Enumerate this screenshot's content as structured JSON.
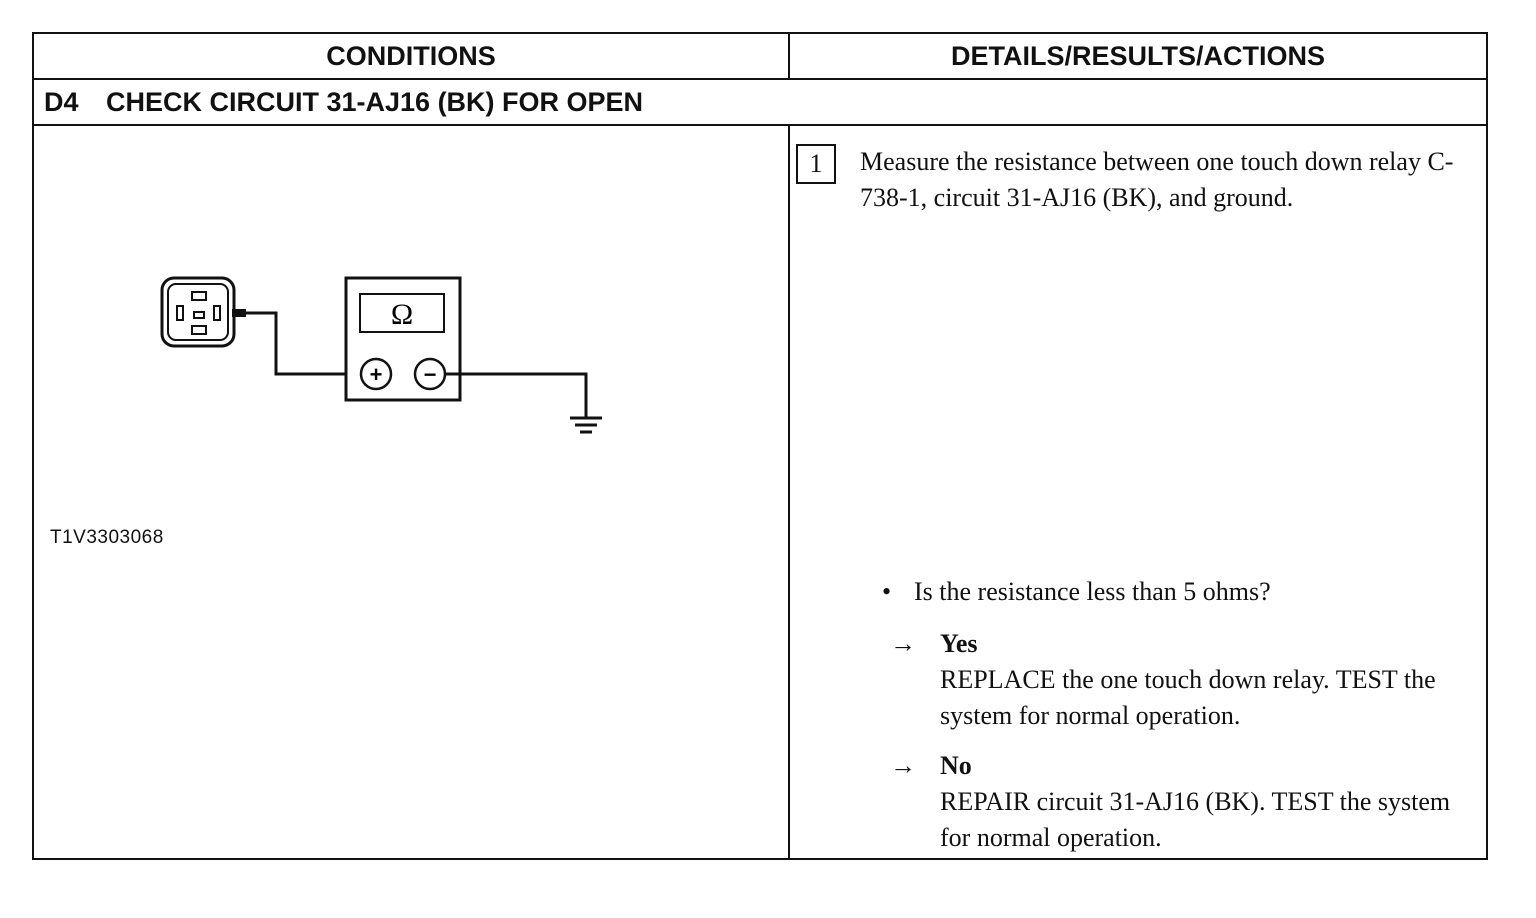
{
  "table": {
    "header_conditions": "CONDITIONS",
    "header_details": "DETAILS/RESULTS/ACTIONS"
  },
  "section": {
    "number": "D4",
    "title": "CHECK CIRCUIT 31-AJ16 (BK) FOR OPEN"
  },
  "figure": {
    "meter_symbol": "Ω",
    "plus_symbol": "+",
    "minus_symbol": "−",
    "id": "T1V3303068"
  },
  "step": {
    "number": "1",
    "text": "Measure the resistance between one touch down relay C-738-1, circuit 31-AJ16 (BK), and ground."
  },
  "question": {
    "bullet": "•",
    "text": "Is the resistance less than 5 ohms?"
  },
  "results": [
    {
      "arrow": "→",
      "label": "Yes",
      "action": "REPLACE the one touch down relay. TEST the system for normal operation."
    },
    {
      "arrow": "→",
      "label": "No",
      "action": "REPAIR circuit 31-AJ16 (BK). TEST the system for normal operation."
    }
  ]
}
